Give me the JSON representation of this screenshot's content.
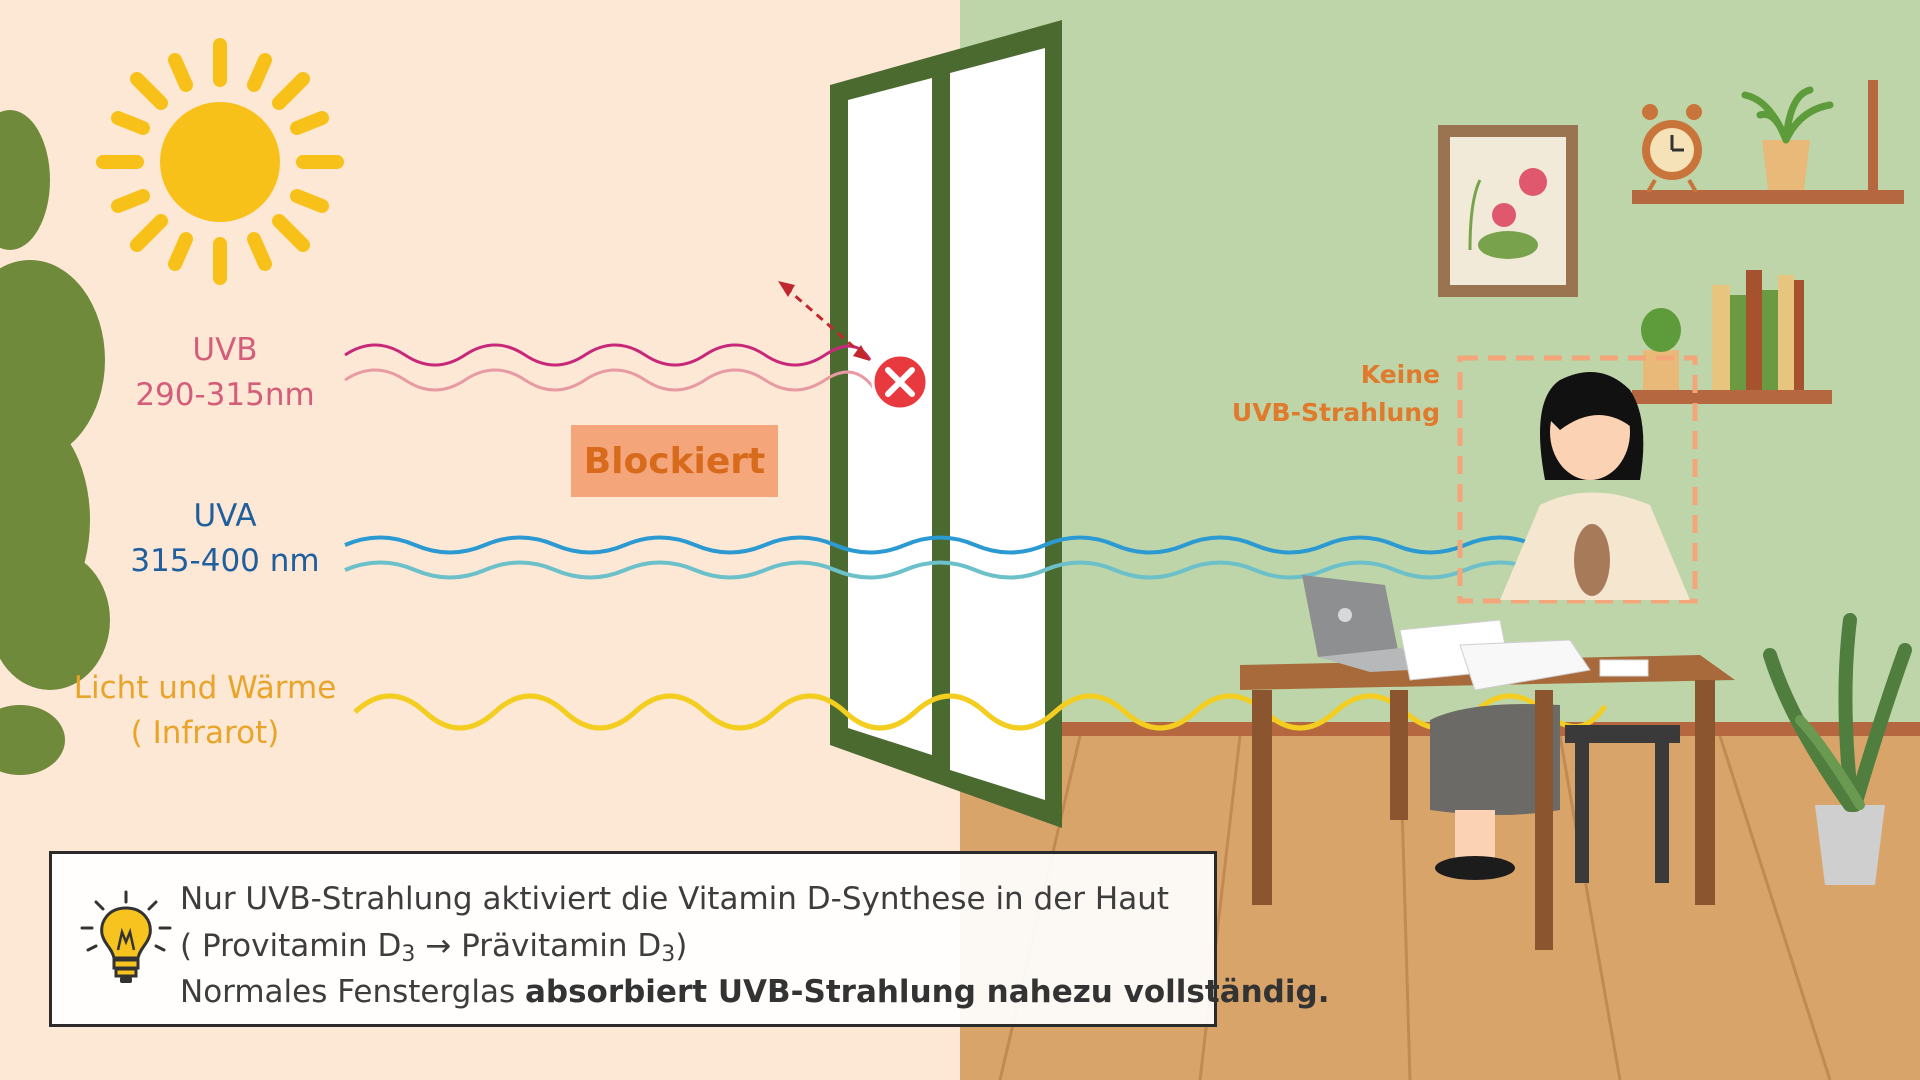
{
  "labels": {
    "uvb_name": "UVB",
    "uvb_range": "290-315nm",
    "uva_name": "UVA",
    "uva_range": "315-400 nm",
    "ir_name": "Licht und Wärme",
    "ir_sub": "( Infrarot)",
    "blocked": "Blockiert",
    "no_uvb_line1": "Keine",
    "no_uvb_line2": "UVB-Strahlung"
  },
  "info": {
    "line1": "Nur UVB-Strahlung aktiviert die Vitamin D-Synthese in der Haut",
    "line2_a": "( Provitamin D",
    "line2_sub1": "3",
    "line2_b": " → Prävitamin D",
    "line2_sub2": "3",
    "line2_c": ")",
    "line3_normal": "Normales Fensterglas ",
    "line3_bold": "absorbiert UVB-Strahlung nahezu vollständig."
  },
  "colors": {
    "outside_bg": "#fde8d6",
    "inside_wall": "#bdd5a8",
    "floor": "#d9a46a",
    "uvb": "#c8287a",
    "uva": "#2c9ad2",
    "infrared": "#f3cd1f",
    "blocked_bg": "#f4a57a",
    "blocked_text": "#d86a1c",
    "window_frame": "#4b6a30",
    "accent_orange": "#e07a2c"
  }
}
